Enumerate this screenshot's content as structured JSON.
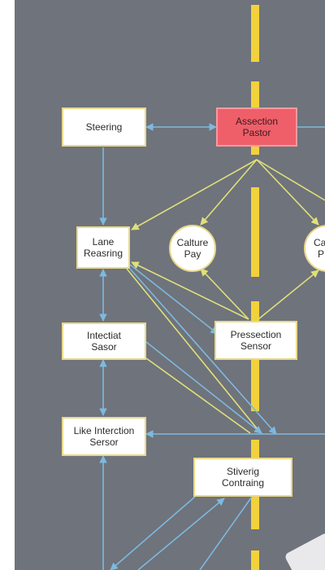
{
  "diagram": {
    "nodes": {
      "steering": "Steering",
      "assection_pastor": "Assection\nPastor",
      "lane_reasring": "Lane\nReasring",
      "calture_pay": "Calture\nPay",
      "calture_pay_partial": "Cal\nP",
      "intectiat_sasor": "Intectiat\nSasor",
      "pressection_sensor": "Pressection\nSensor",
      "like_interction_sersor": "Like Interction\nSersor",
      "stiverig_contraing": "Stiverig\nContraing"
    },
    "colors": {
      "background": "#6f737b",
      "lane_marking": "#f1d23c",
      "blue_connector": "#7db9e0",
      "yellow_connector": "#dfe07a",
      "highlight_node": "#ef5f6a"
    }
  }
}
